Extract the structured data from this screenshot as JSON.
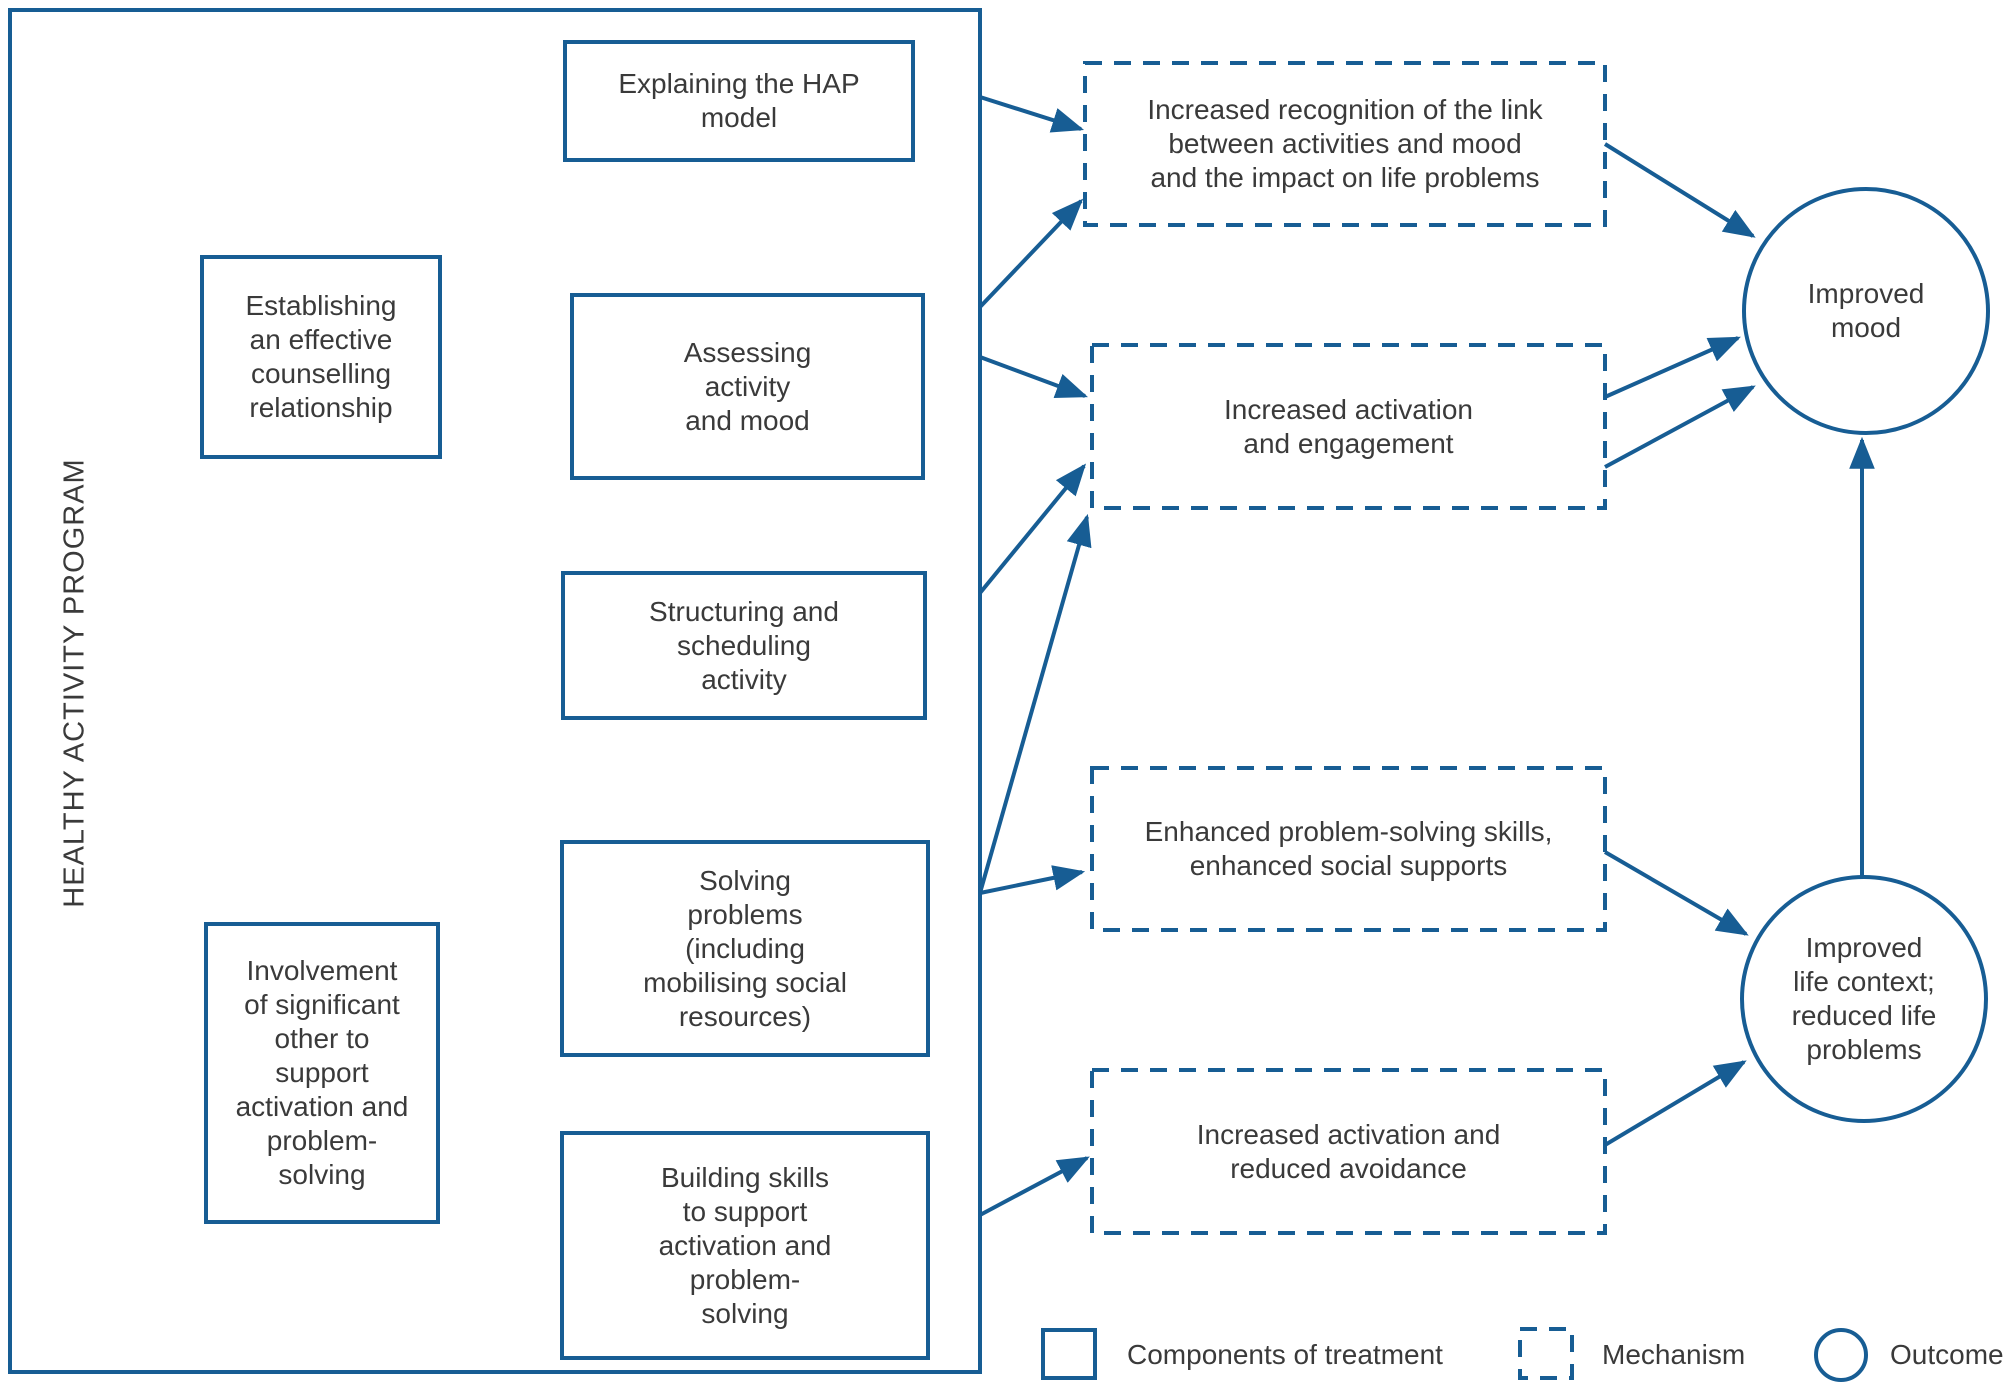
{
  "colors": {
    "line": "#175d94",
    "text": "#3a3a3a"
  },
  "program": {
    "label": "HEALTHY ACTIVITY PROGRAM"
  },
  "components": {
    "explaining": "Explaining the HAP\nmodel",
    "establishing": "Establishing\nan effective\ncounselling\nrelationship",
    "assessing": "Assessing\nactivity\nand mood",
    "structuring": "Structuring and\nscheduling\nactivity",
    "solving": "Solving\nproblems\n(including\nmobilising social\nresources)",
    "involvement": "Involvement\nof significant\nother to\nsupport\nactivation and\nproblem-\nsolving",
    "building": "Building skills\nto support\nactivation and\nproblem-\nsolving"
  },
  "mechanisms": {
    "recognition": "Increased recognition of the link\nbetween activities and mood\nand the impact on life problems",
    "activation_engagement": "Increased activation\nand engagement",
    "problem_solving": "Enhanced problem-solving skills,\nenhanced social supports",
    "reduced_avoidance": "Increased activation and\nreduced avoidance"
  },
  "outcomes": {
    "improved_mood": "Improved\nmood",
    "improved_life": "Improved\nlife context;\nreduced life\nproblems"
  },
  "legend": {
    "components": "Components of treatment",
    "mechanism": "Mechanism",
    "outcome": "Outcome"
  }
}
